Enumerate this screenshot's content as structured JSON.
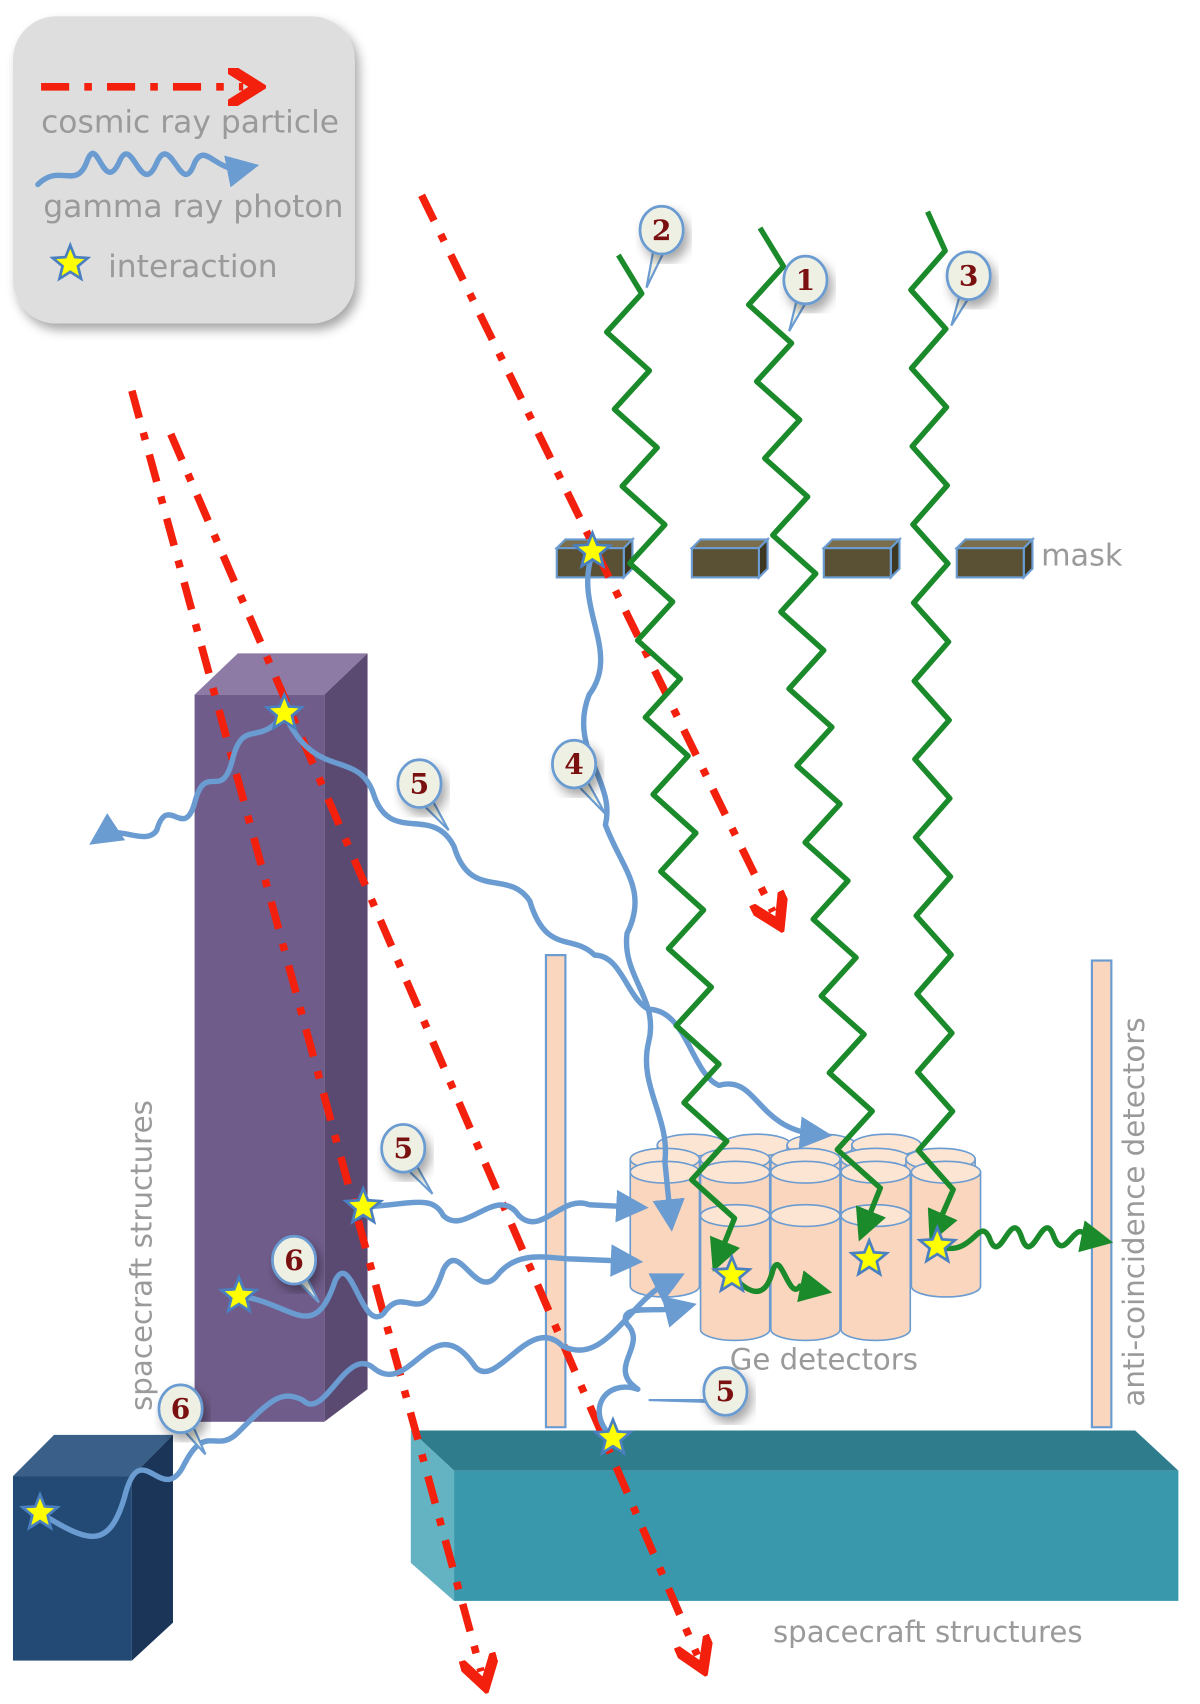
{
  "legend": {
    "cosmic_ray": "cosmic ray particle",
    "gamma_ray": "gamma ray photon",
    "interaction": "interaction"
  },
  "labels": {
    "mask": "mask",
    "ge_detectors": "Ge detectors",
    "spacecraft_bottom": "spacecraft structures",
    "spacecraft_left": "spacecraft structures",
    "anti_coincidence": "anti-coincidence detectors"
  },
  "callouts": [
    "2",
    "1",
    "3",
    "4",
    "5",
    "5",
    "6",
    "6",
    "5"
  ],
  "colors": {
    "cosmic_ray": "#f2200c",
    "gamma_blue": "#6a9bd1",
    "gamma_green": "#1a8a2a",
    "star": "#ffff00"
  }
}
